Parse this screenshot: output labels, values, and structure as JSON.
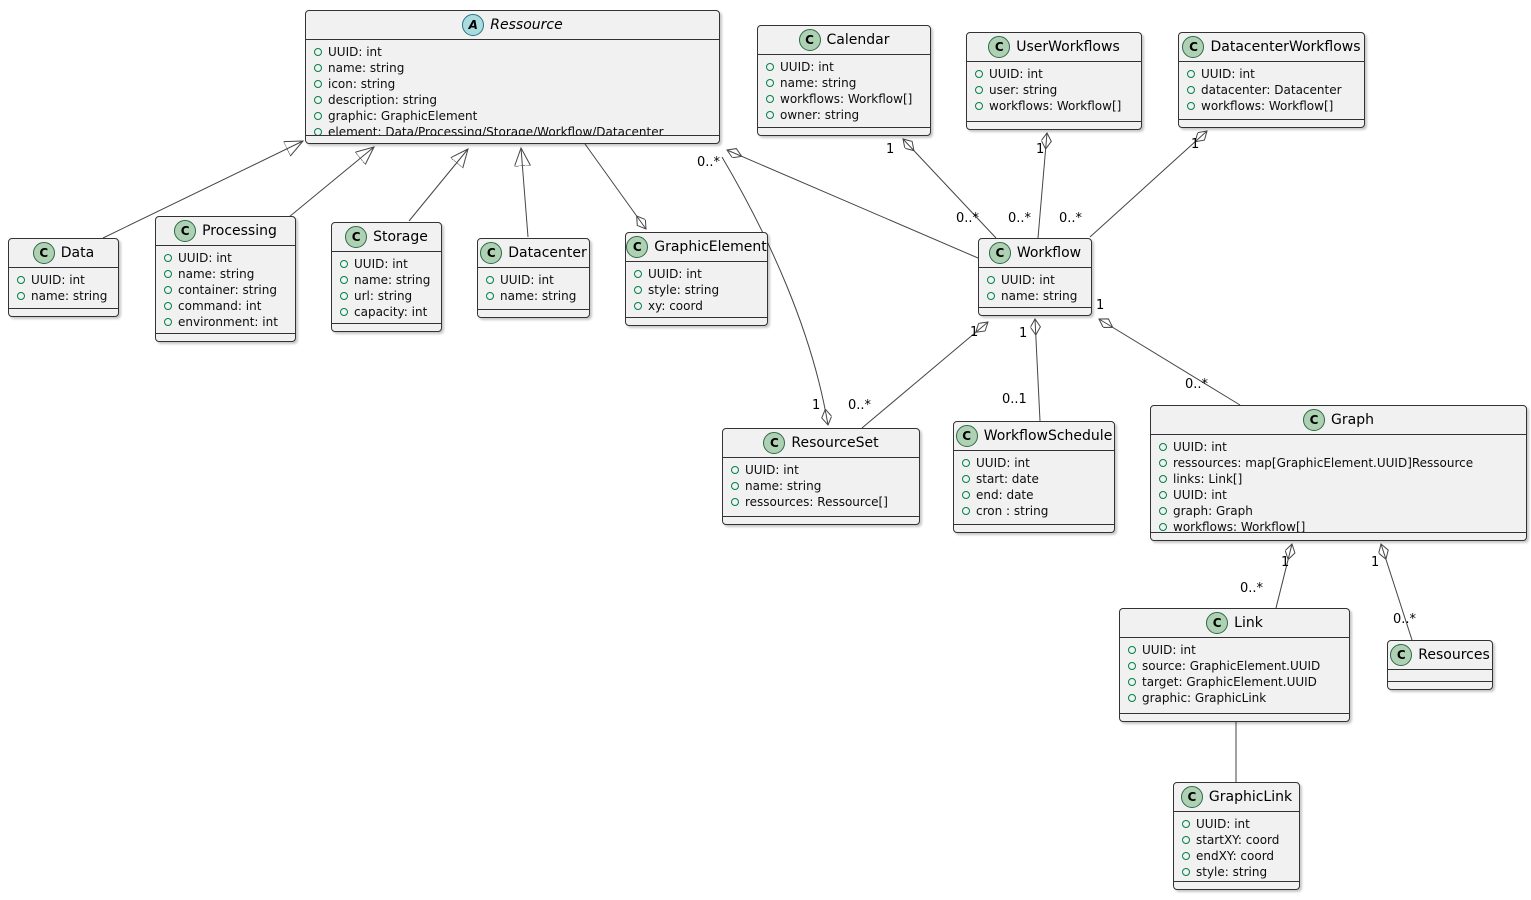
{
  "diagram": {
    "kind": "uml-class-diagram",
    "background": "#ffffff"
  },
  "colors": {
    "class_fill": "#F1F1F1",
    "class_border": "#333333",
    "class_icon_fill": "#ADD1B2",
    "abstract_icon_fill": "#A9DCDF",
    "field_icon_outline": "#038048",
    "edge_stroke": "#454545"
  },
  "classes": {
    "ressource": {
      "stereotype": "A",
      "abstract": true,
      "name": "Ressource",
      "attrs": [
        "UUID: int",
        "name: string",
        "icon: string",
        "description: string",
        "graphic: GraphicElement",
        "element: Data/Processing/Storage/Workflow/Datacenter"
      ]
    },
    "calendar": {
      "stereotype": "C",
      "name": "Calendar",
      "attrs": [
        "UUID: int",
        "name: string",
        "workflows: Workflow[]",
        "owner: string"
      ]
    },
    "userworkflows": {
      "stereotype": "C",
      "name": "UserWorkflows",
      "attrs": [
        "UUID: int",
        "user: string",
        "workflows: Workflow[]"
      ]
    },
    "datacenterworkflows": {
      "stereotype": "C",
      "name": "DatacenterWorkflows",
      "attrs": [
        "UUID: int",
        "datacenter: Datacenter",
        "workflows: Workflow[]"
      ]
    },
    "data": {
      "stereotype": "C",
      "name": "Data",
      "attrs": [
        "UUID: int",
        "name: string"
      ]
    },
    "processing": {
      "stereotype": "C",
      "name": "Processing",
      "attrs": [
        "UUID: int",
        "name: string",
        "container: string",
        "command: int",
        "environment: int"
      ]
    },
    "storage": {
      "stereotype": "C",
      "name": "Storage",
      "attrs": [
        "UUID: int",
        "name: string",
        "url: string",
        "capacity: int"
      ]
    },
    "datacenter": {
      "stereotype": "C",
      "name": "Datacenter",
      "attrs": [
        "UUID: int",
        "name: string"
      ]
    },
    "graphicelement": {
      "stereotype": "C",
      "name": "GraphicElement",
      "attrs": [
        "UUID: int",
        "style: string",
        "xy: coord"
      ]
    },
    "workflow": {
      "stereotype": "C",
      "name": "Workflow",
      "attrs": [
        "UUID: int",
        "name: string"
      ]
    },
    "resourceset": {
      "stereotype": "C",
      "name": "ResourceSet",
      "attrs": [
        "UUID: int",
        "name: string",
        "ressources: Ressource[]"
      ]
    },
    "workflowschedule": {
      "stereotype": "C",
      "name": "WorkflowSchedule",
      "attrs": [
        "UUID: int",
        "start: date",
        "end: date",
        "cron : string"
      ]
    },
    "graph": {
      "stereotype": "C",
      "name": "Graph",
      "attrs": [
        "UUID: int",
        "ressources: map[GraphicElement.UUID]Ressource",
        "links: Link[]",
        "UUID: int",
        "graph: Graph",
        "workflows: Workflow[]"
      ]
    },
    "link": {
      "stereotype": "C",
      "name": "Link",
      "attrs": [
        "UUID: int",
        "source: GraphicElement.UUID",
        "target: GraphicElement.UUID",
        "graphic: GraphicLink"
      ]
    },
    "resources": {
      "stereotype": "C",
      "name": "Resources",
      "attrs": []
    },
    "graphiclink": {
      "stereotype": "C",
      "name": "GraphicLink",
      "attrs": [
        "UUID: int",
        "startXY: coord",
        "endXY: coord",
        "style: string"
      ]
    }
  },
  "relations": [
    {
      "from": "Data",
      "to": "Ressource",
      "type": "inheritance"
    },
    {
      "from": "Processing",
      "to": "Ressource",
      "type": "inheritance"
    },
    {
      "from": "Storage",
      "to": "Ressource",
      "type": "inheritance"
    },
    {
      "from": "Datacenter",
      "to": "Ressource",
      "type": "inheritance"
    },
    {
      "owner": "GraphicElement",
      "member": "Ressource",
      "type": "aggregation"
    },
    {
      "owner": "Calendar",
      "member": "Workflow",
      "type": "aggregation",
      "owner_label": "1",
      "member_label": "0..*"
    },
    {
      "owner": "UserWorkflows",
      "member": "Workflow",
      "type": "aggregation",
      "owner_label": "1",
      "member_label": "0..*"
    },
    {
      "owner": "DatacenterWorkflows",
      "member": "Workflow",
      "type": "aggregation",
      "owner_label": "1",
      "member_label": "0..*"
    },
    {
      "owner": "Ressource",
      "member": "Workflow",
      "type": "aggregation",
      "owner_label": "0..*"
    },
    {
      "owner": "ResourceSet",
      "member": "Ressource",
      "type": "aggregation",
      "owner_label": "1"
    },
    {
      "owner": "Workflow",
      "member": "ResourceSet",
      "type": "aggregation",
      "owner_label": "1",
      "member_label": "0..*"
    },
    {
      "owner": "Workflow",
      "member": "WorkflowSchedule",
      "type": "aggregation",
      "owner_label": "1",
      "member_label": "0..1"
    },
    {
      "owner": "Workflow",
      "member": "Graph",
      "type": "aggregation",
      "owner_label": "1",
      "member_label": "0..*"
    },
    {
      "owner": "Graph",
      "member": "Link",
      "type": "aggregation",
      "owner_label": "1",
      "member_label": "0..*"
    },
    {
      "owner": "Graph",
      "member": "Resources",
      "type": "aggregation",
      "owner_label": "1",
      "member_label": "0..*"
    },
    {
      "from": "Link",
      "to": "GraphicLink",
      "type": "association"
    }
  ]
}
